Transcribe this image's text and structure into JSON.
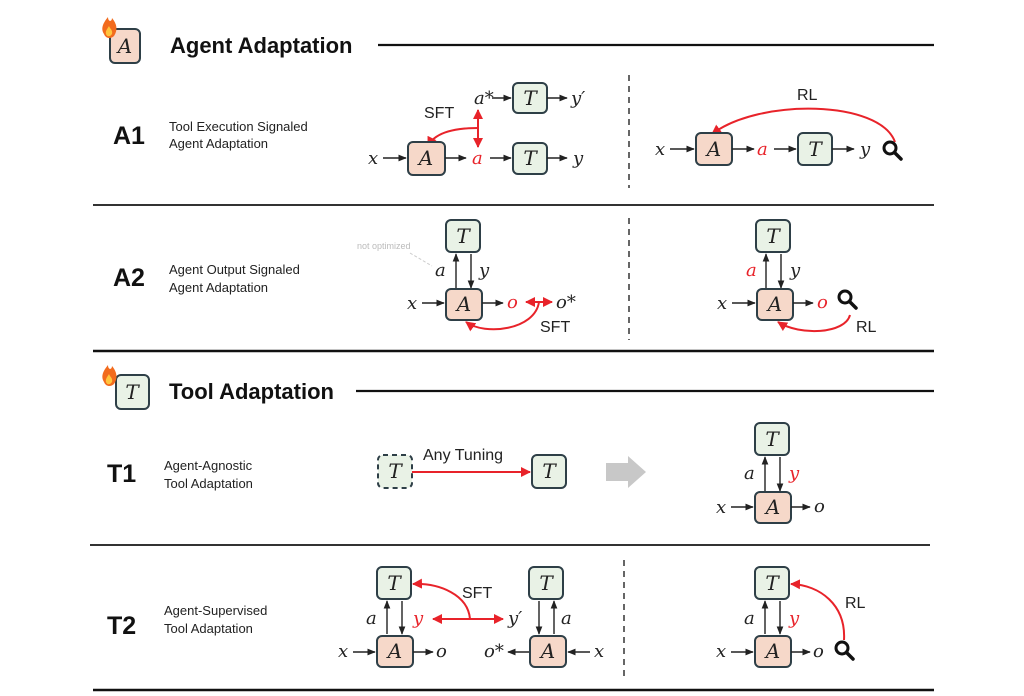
{
  "sections": [
    {
      "title": "Agent Adaptation",
      "icon": "agent-fire-icon",
      "icon_glyph": "A",
      "rows": [
        {
          "id": "A1",
          "desc_line1": "Tool Execution Signaled",
          "desc_line2": "Agent Adaptation"
        },
        {
          "id": "A2",
          "desc_line1": "Agent Output Signaled",
          "desc_line2": "Agent Adaptation"
        }
      ]
    },
    {
      "title": "Tool Adaptation",
      "icon": "tool-fire-icon",
      "icon_glyph": "T",
      "rows": [
        {
          "id": "T1",
          "desc_line1": "Agent-Agnostic",
          "desc_line2": "Tool Adaptation"
        },
        {
          "id": "T2",
          "desc_line1": "Agent-Supervised",
          "desc_line2": "Tool Adaptation"
        }
      ]
    }
  ],
  "labels": {
    "sft": "SFT",
    "rl": "RL",
    "any_tuning": "Any Tuning",
    "not_optimized": "not optimized"
  },
  "glyphs": {
    "agent": "A",
    "tool": "T"
  },
  "vars": {
    "x": "x",
    "a": "a",
    "a_star": "a*",
    "y": "y",
    "y_prime": "y′",
    "o": "o",
    "o_star": "o*"
  },
  "colors": {
    "agent_fill": "#f6d8c9",
    "tool_fill": "#e9f2e6",
    "highlight": "#e8232a",
    "arrow_gray": "#c8c8c8"
  }
}
